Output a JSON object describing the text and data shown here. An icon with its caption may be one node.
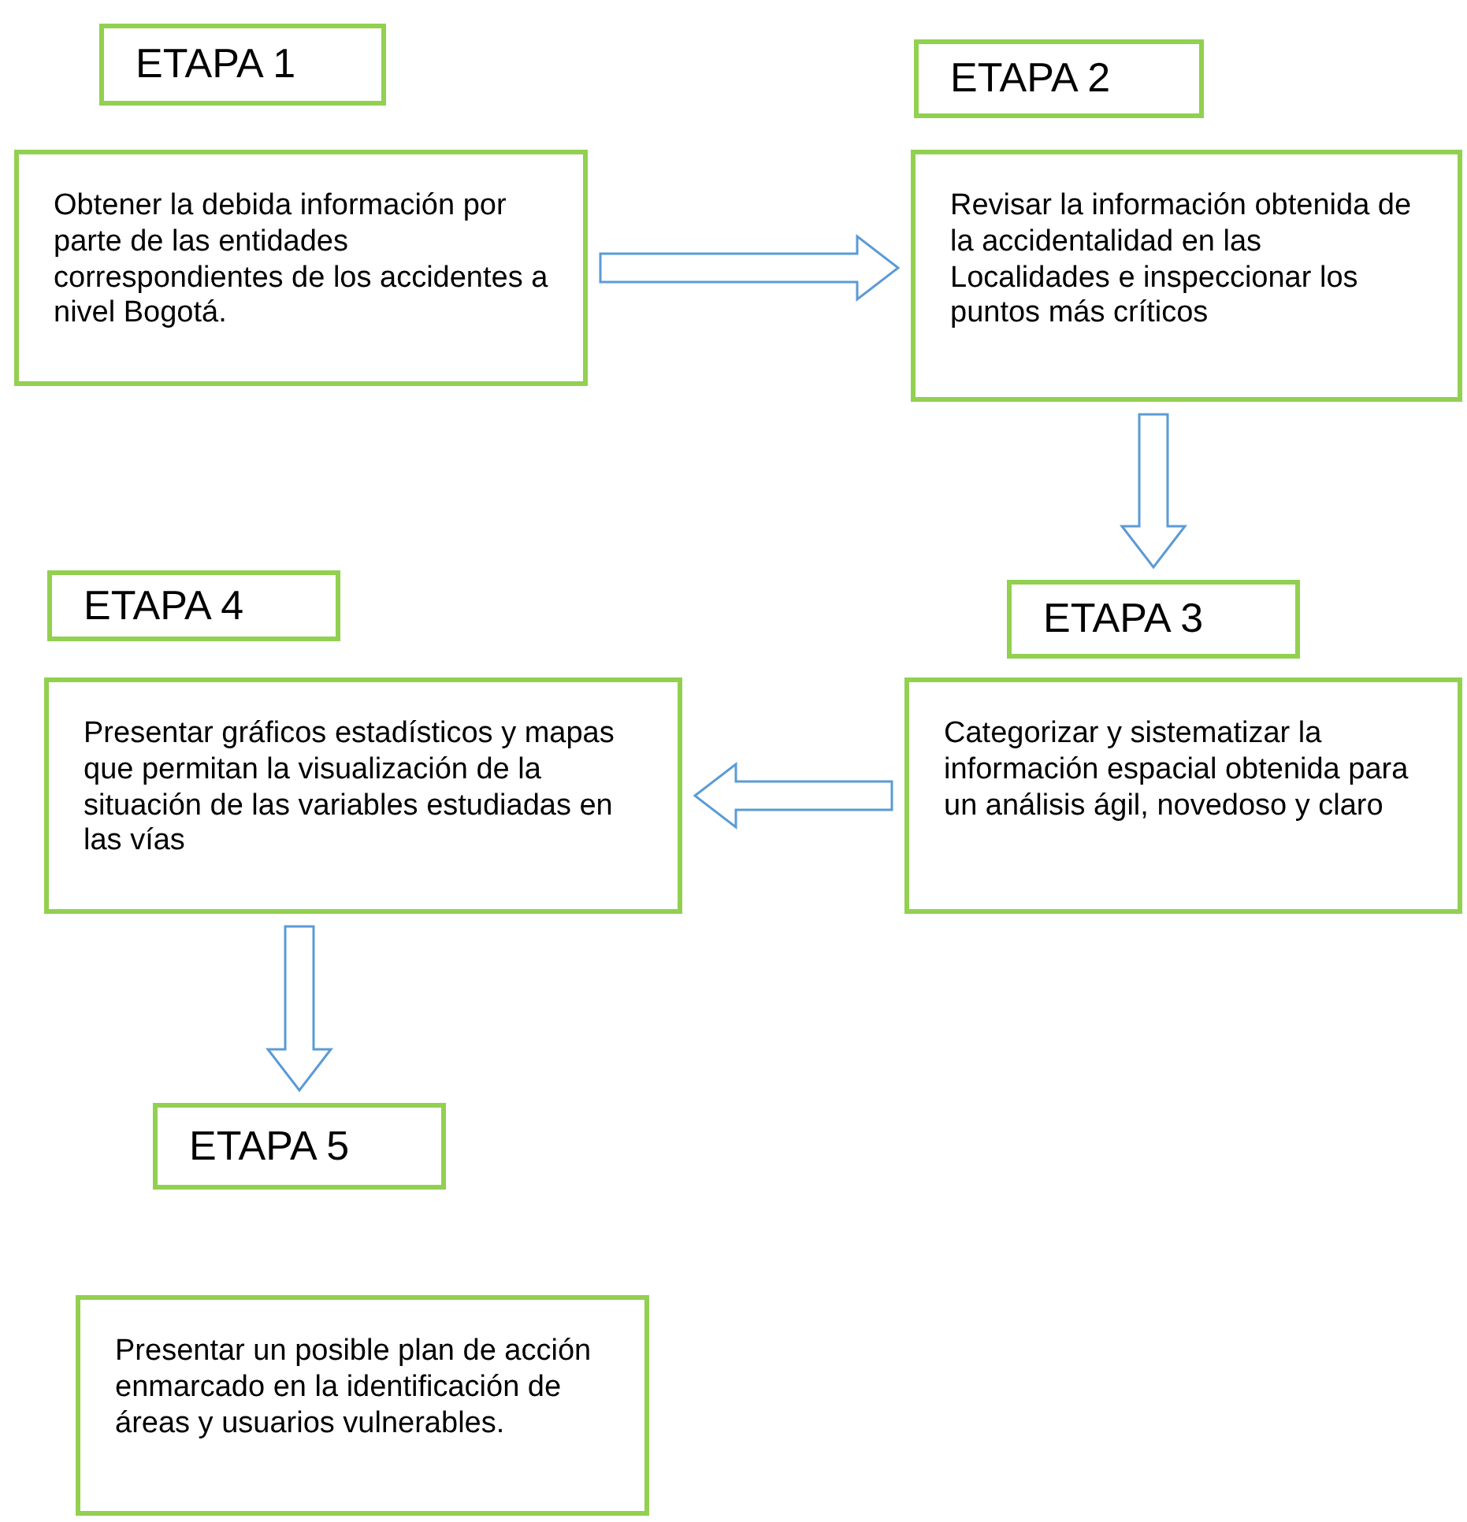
{
  "diagram": {
    "nodes": [
      {
        "text": [
          "ETAPA 1"
        ]
      },
      {
        "text": [
          "Obtener la debida información por parte de las entidades correspondientes de los accidentes a nivel Bogotá."
        ]
      },
      {
        "text": [
          "ETAPA 2"
        ]
      },
      {
        "text": [
          "Revisar la información obtenida de la accidentalidad en las Localidades e inspeccionar los puntos más críticos"
        ]
      },
      {
        "text": [
          "ETAPA 3"
        ]
      },
      {
        "text": [
          "Categorizar y sistematizar la información espacial obtenida para un análisis ágil, novedoso y claro"
        ]
      },
      {
        "text": [
          "ETAPA 4"
        ]
      },
      {
        "text": [
          "Presentar gráficos estadísticos y mapas que permitan la visualización de la situación de las variables estudiadas en las vías"
        ]
      },
      {
        "text": [
          "ETAPA 5"
        ]
      },
      {
        "text": [
          "Presentar un posible plan de acción enmarcado en la identificación de áreas y usuarios vulnerables."
        ]
      }
    ],
    "edges": [
      {
        "from": 1,
        "to": 3,
        "arrow": "to"
      },
      {
        "from": 3,
        "to": 4,
        "arrow": "to"
      },
      {
        "from": 5,
        "to": 7,
        "arrow": "to"
      },
      {
        "from": 7,
        "to": 8,
        "arrow": "to"
      }
    ]
  }
}
